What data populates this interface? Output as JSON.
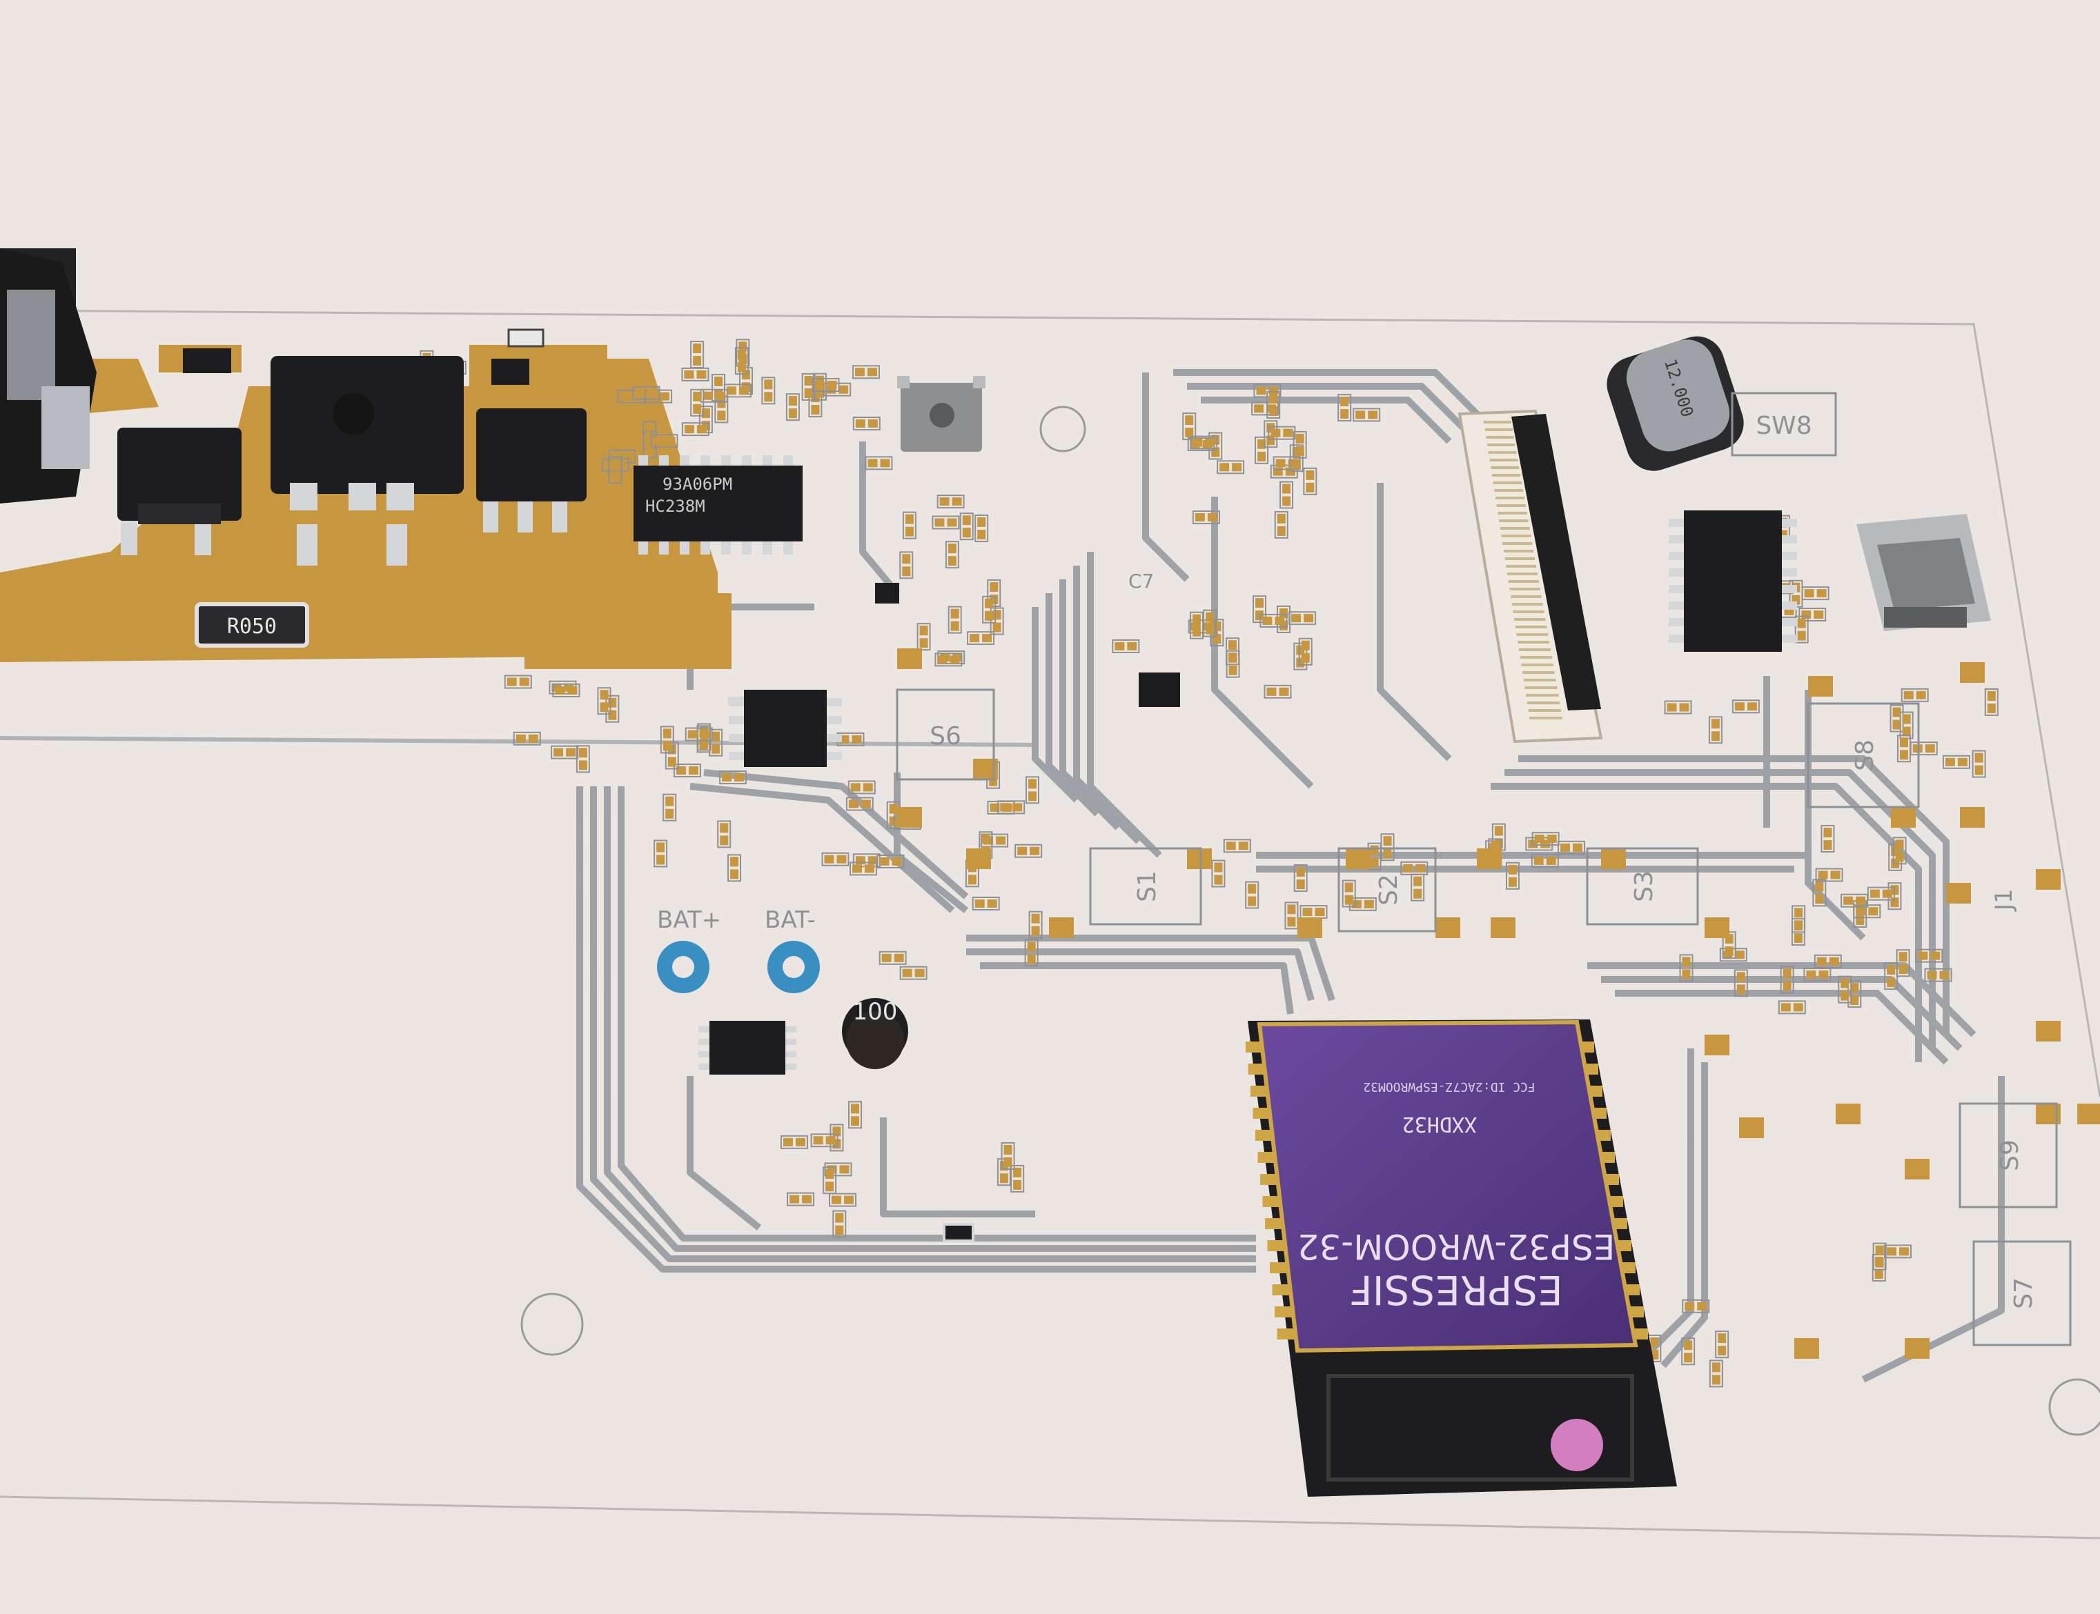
{
  "colors": {
    "paper": "#ece6e2",
    "paper_shadow": "#d9d2cd",
    "trace": "#9ea1a6",
    "copper": "#c7973f",
    "copper_dark": "#a87b2e",
    "silk": "#8d9196",
    "chip": "#1d1d1f",
    "pin": "#d4d6d8",
    "module_purple": "#5b3c8a",
    "module_gold": "#cfa646",
    "pad_blue": "#3a8fc2"
  },
  "silkscreen": {
    "resistor_marking": "R050",
    "ic_74hc238_line1": "93A06PM",
    "ic_74hc238_line2": "HC238M",
    "inductor_marking": "100",
    "crystal_marking": "12.000",
    "switch_labels": [
      "S1",
      "S2",
      "S3",
      "S6",
      "S7",
      "S8",
      "S9",
      "SW8"
    ],
    "jumper_label": "J1",
    "bat_plus": "BAT+",
    "bat_minus": "BAT-",
    "ref_c7": "C7"
  },
  "esp32_module": {
    "brand": "ESPRESSIF",
    "model": "ESP32-WROOM-32",
    "code": "XXDH32",
    "fcc": "FCC ID:2AC7Z-ESPWROOM32"
  }
}
